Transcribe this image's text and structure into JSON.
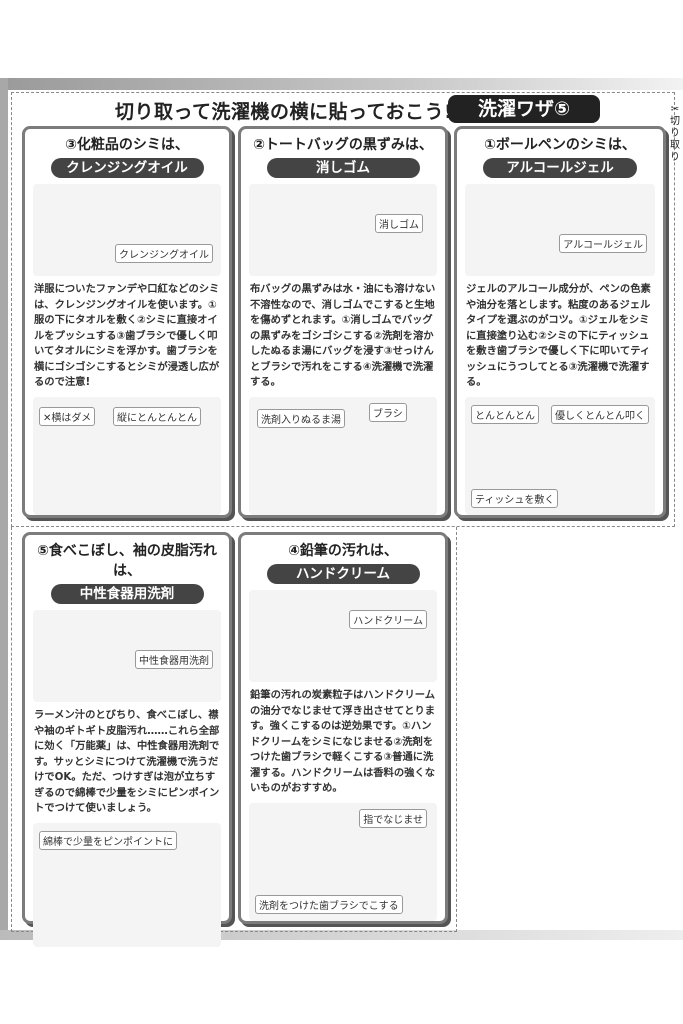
{
  "header": {
    "headline": "切り取って洗濯機の横に貼っておこう!",
    "badge": "洗濯ワザ⑤",
    "cut_label": "✂切り取り"
  },
  "cards": [
    {
      "title": "③化粧品のシミは、",
      "remedy": "クレンジングオイル",
      "product_label": "クレンジングオイル",
      "text": "洋服についたファンデや口紅などのシミは、クレンジングオイルを使います。①服の下にタオルを敷く②シミに直接オイルをプッシュする③歯ブラシで優しく叩いてタオルにシミを浮かす。歯ブラシを横にゴシゴシこするとシミが浸透し広がるので注意!",
      "notes": [
        "✕横はダメ",
        "縦にとんとんとん"
      ]
    },
    {
      "title": "②トートバッグの黒ずみは、",
      "remedy": "消しゴム",
      "product_label": "消しゴム",
      "text": "布バッグの黒ずみは水・油にも溶けない不溶性なので、消しゴムでこすると生地を傷めずとれます。①消しゴムでバッグの黒ずみをゴシゴシこする②洗剤を溶かしたぬるま湯にバッグを浸す③せっけんとブラシで汚れをこする④洗濯機で洗濯する。",
      "notes": [
        "洗剤入りぬるま湯",
        "ブラシ"
      ]
    },
    {
      "title": "①ボールペンのシミは、",
      "remedy": "アルコールジェル",
      "product_label": "アルコールジェル",
      "text": "ジェルのアルコール成分が、ペンの色素や油分を落とします。粘度のあるジェルタイプを選ぶのがコツ。①ジェルをシミに直接塗り込む②シミの下にティッシュを敷き歯ブラシで優しく下に叩いてティッシュにうつしてとる③洗濯機で洗濯する。",
      "notes": [
        "とんとんとん",
        "優しくとんとん叩く",
        "ティッシュを敷く"
      ]
    },
    {
      "title": "⑤食べこぼし、袖の皮脂汚れは、",
      "remedy": "中性食器用洗剤",
      "product_label": "中性食器用洗剤",
      "text": "ラーメン汁のとびちり、食べこぼし、襟や袖のギトギト皮脂汚れ……これら全部に効く「万能薬」は、中性食器用洗剤です。サッとシミにつけて洗濯機で洗うだけでOK。ただ、つけすぎは泡が立ちすぎるので綿棒で少量をシミにピンポイントでつけて使いましょう。",
      "notes": [
        "綿棒で少量をピンポイントに"
      ]
    },
    {
      "title": "④鉛筆の汚れは、",
      "remedy": "ハンドクリーム",
      "product_label": "ハンドクリーム",
      "text": "鉛筆の汚れの炭素粒子はハンドクリームの油分でなじませて浮き出させてとります。強くこするのは逆効果です。①ハンドクリームをシミになじませる②洗剤をつけた歯ブラシで軽くこする③普通に洗濯する。ハンドクリームは香料の強くないものがおすすめ。",
      "notes": [
        "指でなじませ",
        "洗剤をつけた歯ブラシでこする"
      ]
    }
  ]
}
